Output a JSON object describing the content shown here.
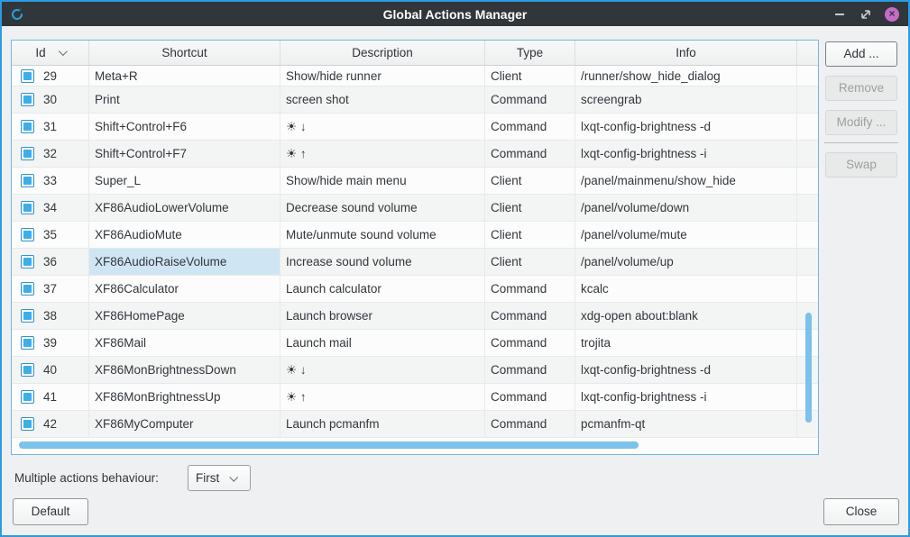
{
  "window": {
    "title": "Global Actions Manager"
  },
  "titlebar": {
    "icons": [
      "app-icon",
      "minimize-icon",
      "maximize-icon",
      "close-icon"
    ],
    "close_glyph": "×"
  },
  "table": {
    "columns": [
      "Id",
      "Shortcut",
      "Description",
      "Type",
      "Info"
    ],
    "sort_column": "Id",
    "rows": [
      {
        "id": "29",
        "checked": true,
        "shortcut": "Meta+R",
        "description": "Show/hide runner",
        "type": "Client",
        "info": "/runner/show_hide_dialog"
      },
      {
        "id": "30",
        "checked": true,
        "shortcut": "Print",
        "description": "screen shot",
        "type": "Command",
        "info": "screengrab"
      },
      {
        "id": "31",
        "checked": true,
        "shortcut": "Shift+Control+F6",
        "description": "☀ ↓",
        "type": "Command",
        "info": "lxqt-config-brightness -d"
      },
      {
        "id": "32",
        "checked": true,
        "shortcut": "Shift+Control+F7",
        "description": "☀ ↑",
        "type": "Command",
        "info": "lxqt-config-brightness -i"
      },
      {
        "id": "33",
        "checked": true,
        "shortcut": "Super_L",
        "description": "Show/hide main menu",
        "type": "Client",
        "info": "/panel/mainmenu/show_hide"
      },
      {
        "id": "34",
        "checked": true,
        "shortcut": "XF86AudioLowerVolume",
        "description": "Decrease sound volume",
        "type": "Client",
        "info": "/panel/volume/down"
      },
      {
        "id": "35",
        "checked": true,
        "shortcut": "XF86AudioMute",
        "description": "Mute/unmute sound volume",
        "type": "Client",
        "info": "/panel/volume/mute"
      },
      {
        "id": "36",
        "checked": true,
        "shortcut": "XF86AudioRaiseVolume",
        "description": "Increase sound volume",
        "type": "Client",
        "info": "/panel/volume/up"
      },
      {
        "id": "37",
        "checked": true,
        "shortcut": "XF86Calculator",
        "description": "Launch calculator",
        "type": "Command",
        "info": "kcalc"
      },
      {
        "id": "38",
        "checked": true,
        "shortcut": "XF86HomePage",
        "description": "Launch browser",
        "type": "Command",
        "info": "xdg-open about:blank"
      },
      {
        "id": "39",
        "checked": true,
        "shortcut": "XF86Mail",
        "description": "Launch mail",
        "type": "Command",
        "info": "trojita"
      },
      {
        "id": "40",
        "checked": true,
        "shortcut": "XF86MonBrightnessDown",
        "description": "☀ ↓",
        "type": "Command",
        "info": "lxqt-config-brightness -d"
      },
      {
        "id": "41",
        "checked": true,
        "shortcut": "XF86MonBrightnessUp",
        "description": "☀ ↑",
        "type": "Command",
        "info": "lxqt-config-brightness -i"
      },
      {
        "id": "42",
        "checked": true,
        "shortcut": "XF86MyComputer",
        "description": "Launch pcmanfm",
        "type": "Command",
        "info": "pcmanfm-qt"
      }
    ],
    "selected": {
      "row_id": "36",
      "column": "shortcut"
    }
  },
  "side_buttons": {
    "add": "Add ...",
    "remove": "Remove",
    "modify": "Modify ...",
    "swap": "Swap"
  },
  "bottom": {
    "behaviour_label": "Multiple actions behaviour:",
    "behaviour_value": "First",
    "default_label": "Default",
    "close_label": "Close"
  },
  "colors": {
    "accent": "#3daee9",
    "titlebar_bg": "#31363b",
    "window_border": "#2d9be2",
    "selection_bg": "#cfe5f4",
    "scrollbar": "#7cc2ea",
    "close_button": "#c66bc7"
  }
}
